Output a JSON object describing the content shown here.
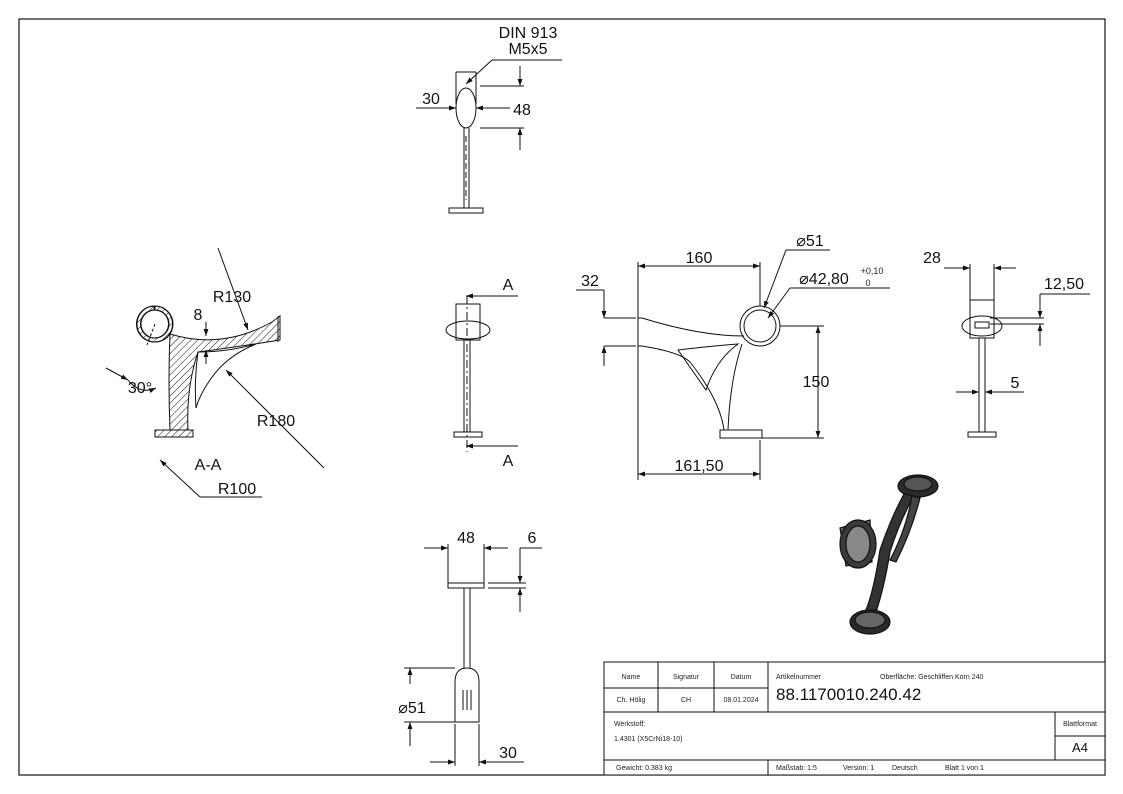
{
  "views": {
    "top": {
      "note_line1": "DIN 913",
      "note_line2": "M5x5",
      "dim_left": "30",
      "dim_right": "48"
    },
    "section": {
      "r130": "R130",
      "d8": "8",
      "angle": "30°",
      "r180": "R180",
      "label": "A-A",
      "r100": "R100"
    },
    "middle": {
      "section_mark_top": "A",
      "section_mark_bottom": "A"
    },
    "front": {
      "d160": "160",
      "d32": "32",
      "phi51": "⌀51",
      "phi4280": "⌀42,80",
      "tol_upper": "+0,10",
      "tol_lower": "0",
      "d150": "150",
      "d16150": "161,50"
    },
    "side": {
      "d28": "28",
      "d1250": "12,50",
      "d5": "5"
    },
    "bottom": {
      "d48": "48",
      "d6": "6",
      "phi51": "⌀51",
      "d30": "30"
    }
  },
  "title_block": {
    "h_name": "Name",
    "h_signature": "Signatur",
    "h_date": "Datum",
    "v_name": "Ch. Hölig",
    "v_signature": "CH",
    "v_date": "08.01.2024",
    "article_label": "Artikelnummer",
    "surface": "Oberfläche: Geschliffen Korn 240",
    "article_number": "88.1170010.240.42",
    "material_label": "Werkstoff:",
    "material": "1.4301 (X5CrNi18-10)",
    "format_label": "Blattformat",
    "format": "A4",
    "weight": "Gewicht: 0.383 kg",
    "scale": "Maßstab: 1:5",
    "version": "Version: 1",
    "language": "Deutsch",
    "sheet": "Blatt 1 von 1"
  }
}
